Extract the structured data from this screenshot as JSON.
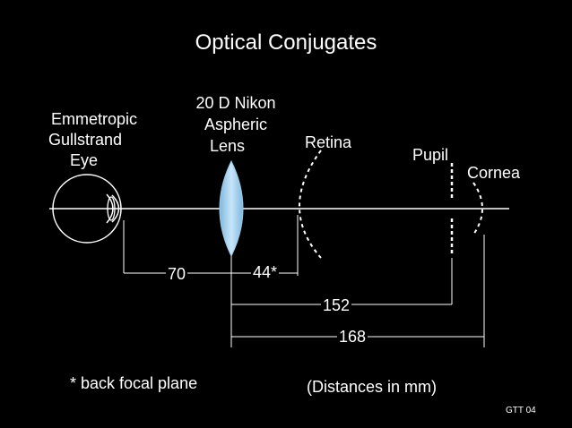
{
  "title": "Optical Conjugates",
  "labels": {
    "eye": [
      "Emmetropic",
      "Gullstrand",
      "Eye"
    ],
    "lens": [
      "20 D Nikon",
      "Aspheric",
      "Lens"
    ],
    "retina": "Retina",
    "pupil": "Pupil",
    "cornea": "Cornea"
  },
  "distances": {
    "eye_to_lens": "70",
    "lens_to_retina": "44*",
    "lens_to_pupil": "152",
    "lens_to_cornea": "168"
  },
  "footnote": "* back focal plane",
  "units_note": "(Distances in mm)",
  "slide_code": "GTT 04",
  "colors": {
    "background": "#000000",
    "foreground": "#ffffff",
    "lens": "#a8d4f0"
  }
}
